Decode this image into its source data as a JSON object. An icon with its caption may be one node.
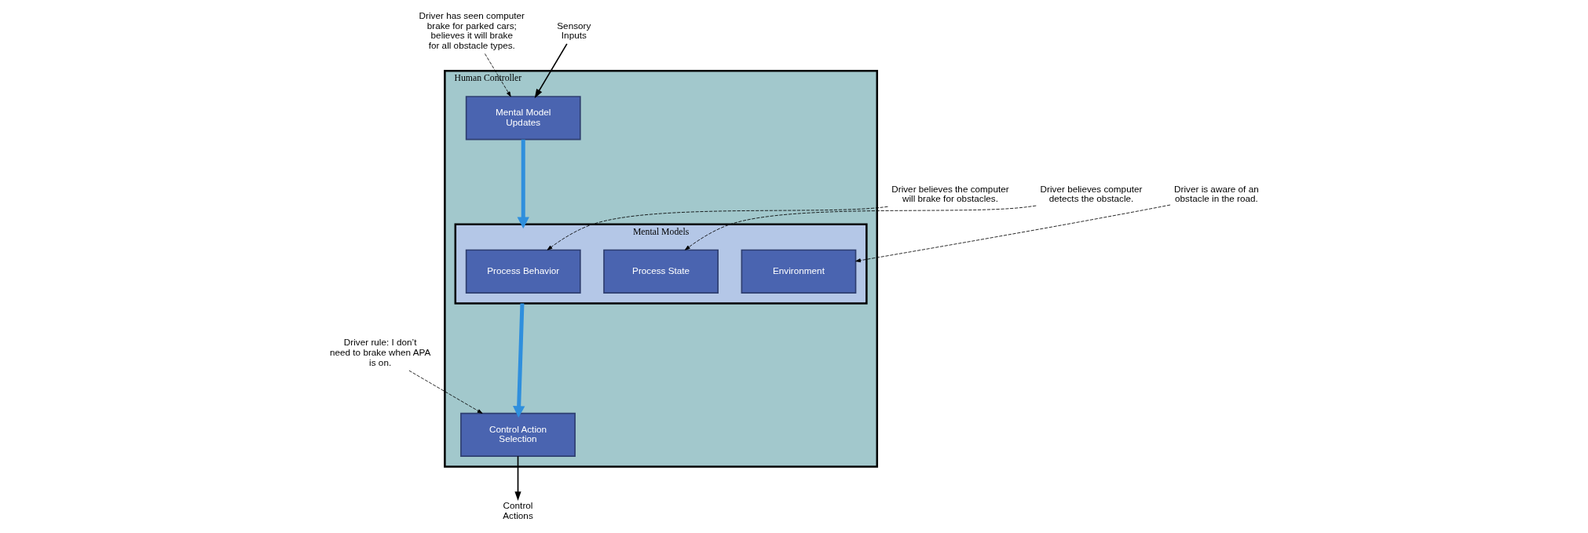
{
  "diagram": {
    "nodes": [
      {
        "text": [
          "Human Controller"
        ]
      },
      {
        "text": [
          "Mental Models"
        ],
        "in": 0
      },
      {
        "text": [
          "Process State"
        ],
        "in": 1
      },
      {
        "text": [
          "Process Behavior"
        ],
        "in": 1
      },
      {
        "text": [
          "Environment"
        ],
        "in": 1
      },
      {
        "text": [
          "Control Action Selection"
        ],
        "in": 0
      },
      {
        "text": [
          "Mental Model Updates"
        ],
        "in": 0
      },
      {
        "text": [
          "Driver rule: I don’t need to brake when APA is on."
        ]
      },
      {
        "text": [
          "Driver believes computer detects the obstacle."
        ]
      },
      {
        "text": [
          "Driver believes the computer will brake for obstacles."
        ]
      },
      {
        "text": [
          "Driver is aware of an obstacle in the road."
        ]
      },
      {
        "text": [
          "Driver has seen computer brake for parked cars; believes it will brake for all obstacle types."
        ]
      },
      {
        "text": [
          "Control Actions"
        ]
      },
      {
        "text": [
          "Sensory Inputs"
        ]
      }
    ],
    "edges": [
      {
        "from": 7,
        "to": 5,
        "arrow": "to",
        "style": "dashed"
      },
      {
        "from": 8,
        "to": 2,
        "arrow": "to",
        "style": "dashed"
      },
      {
        "from": 9,
        "to": 3,
        "arrow": "to",
        "style": "dashed"
      },
      {
        "from": 10,
        "to": 4,
        "arrow": "to",
        "style": "dashed"
      },
      {
        "from": 11,
        "to": 6,
        "arrow": "to",
        "style": "dashed"
      },
      {
        "from": 5,
        "to": 12,
        "arrow": "to"
      },
      {
        "from": 13,
        "to": 6,
        "arrow": "to"
      },
      {
        "from": 6,
        "to": 1,
        "arrow": "to",
        "style": "thick",
        "color": "#2f8fdd"
      },
      {
        "from": 1,
        "to": 5,
        "arrow": "to",
        "style": "thick",
        "color": "#2f8fdd"
      }
    ]
  }
}
